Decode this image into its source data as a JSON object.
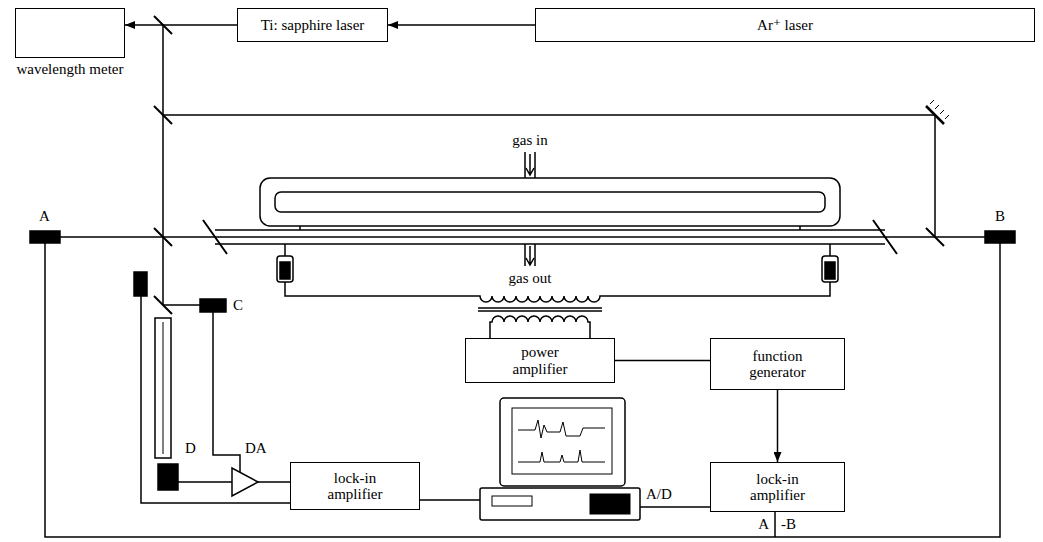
{
  "diagram": {
    "nodes": [
      {
        "text": [
          "wavelength meter"
        ]
      },
      {
        "text": [
          "Ti: sapphire laser"
        ]
      },
      {
        "text": [
          "Ar⁺ laser"
        ]
      },
      {
        "text": [
          "power amplifier"
        ]
      },
      {
        "text": [
          "function generator"
        ]
      },
      {
        "text": [
          "lock-in amplifier"
        ]
      },
      {
        "text": [
          "lock-in amplifier"
        ]
      }
    ],
    "edges": [
      {
        "from": 2,
        "to": 1,
        "arrow": "to"
      },
      {
        "from": 1,
        "to": 0,
        "arrow": "to"
      },
      {
        "from": 4,
        "to": 3,
        "arrow": "none"
      },
      {
        "from": 4,
        "to": 6,
        "arrow": "to"
      }
    ],
    "labels": [
      "gas in",
      "gas out",
      "A",
      "B",
      "C",
      "D",
      "DA",
      "A/D",
      "A",
      "-B"
    ]
  }
}
